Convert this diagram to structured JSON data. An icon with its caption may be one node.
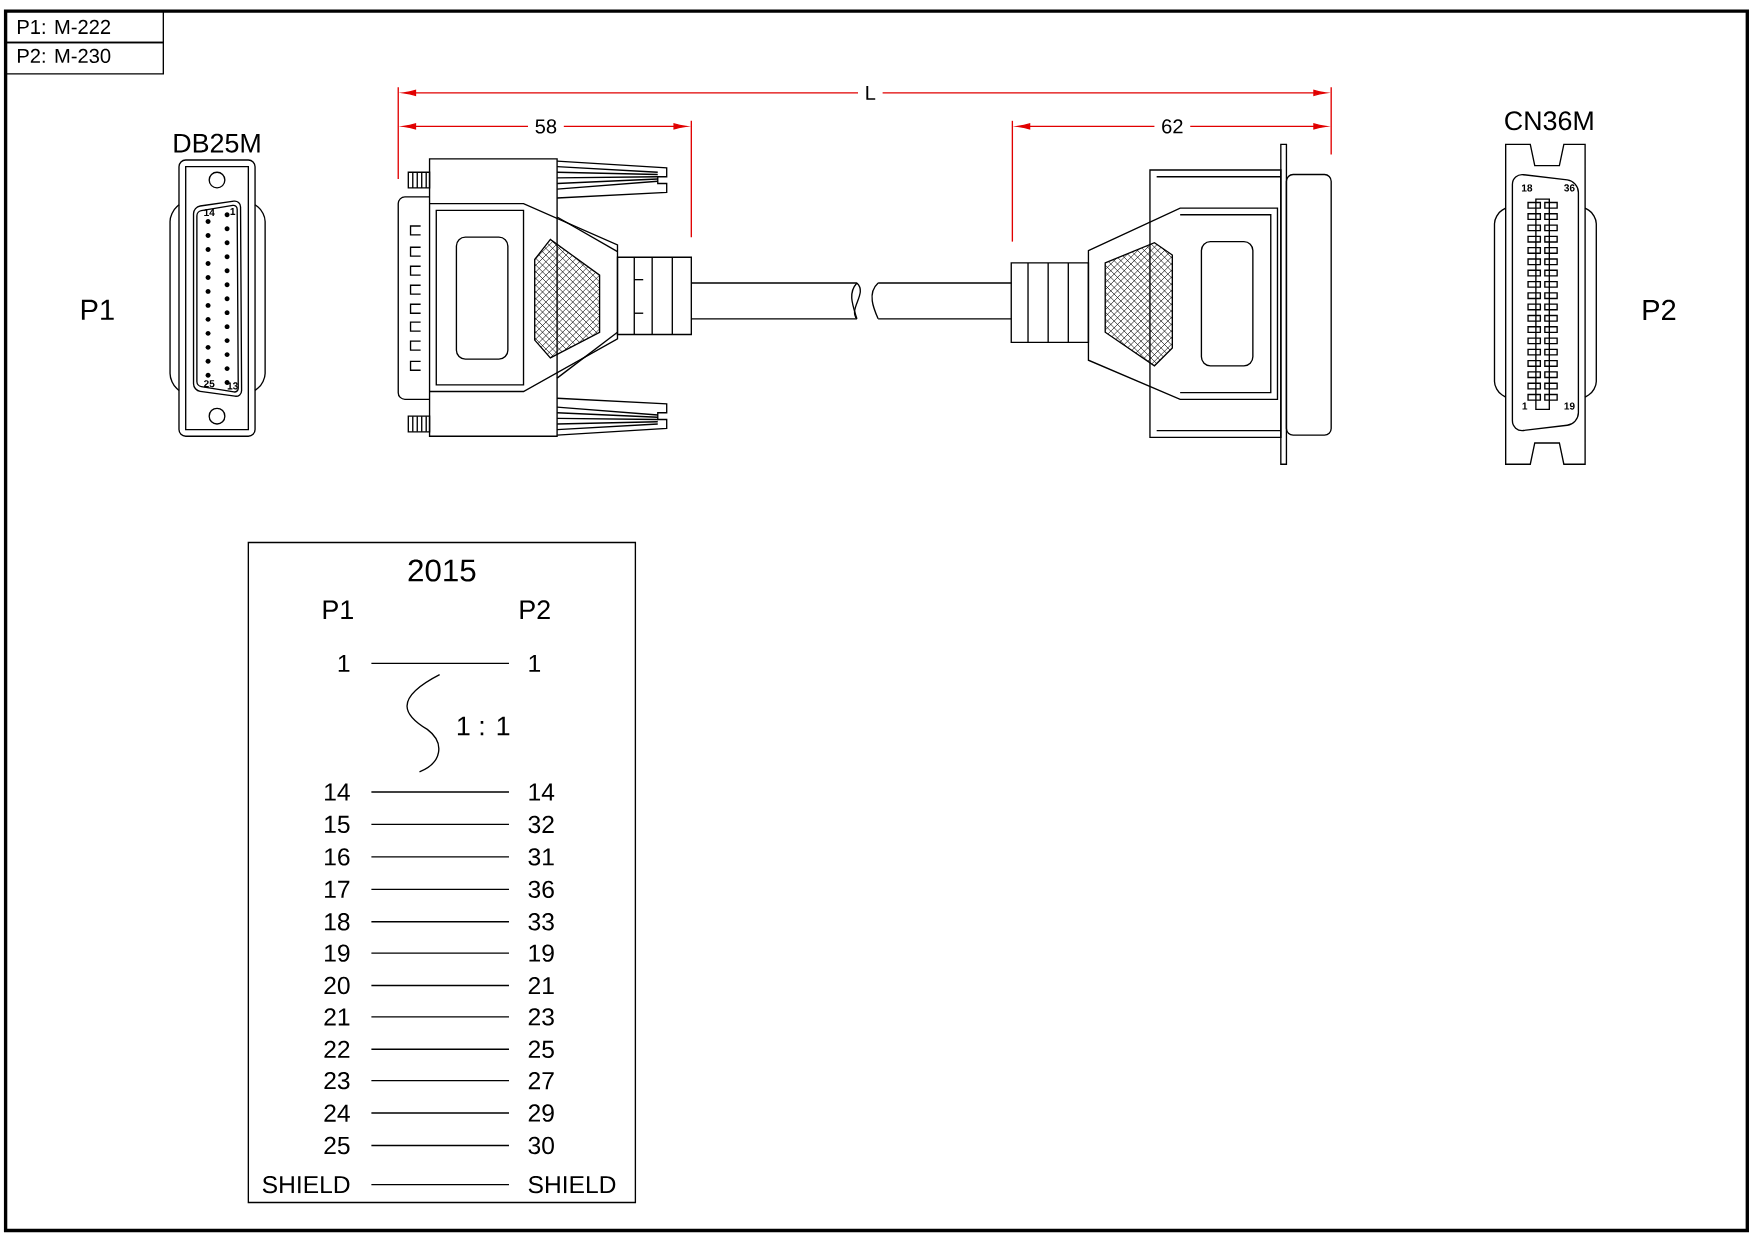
{
  "diagram": {
    "nodes": [
      {
        "text": [
          "2015",
          "P1",
          "P2",
          "1 : 1"
        ]
      },
      {
        "text": [
          "1"
        ],
        "in": 0
      },
      {
        "text": [
          "1"
        ],
        "in": 0
      },
      {
        "text": [
          "14"
        ],
        "in": 0
      },
      {
        "text": [
          "14"
        ],
        "in": 0
      },
      {
        "text": [
          "15"
        ],
        "in": 0
      },
      {
        "text": [
          "32"
        ],
        "in": 0
      },
      {
        "text": [
          "16"
        ],
        "in": 0
      },
      {
        "text": [
          "31"
        ],
        "in": 0
      },
      {
        "text": [
          "17"
        ],
        "in": 0
      },
      {
        "text": [
          "36"
        ],
        "in": 0
      },
      {
        "text": [
          "18"
        ],
        "in": 0
      },
      {
        "text": [
          "33"
        ],
        "in": 0
      },
      {
        "text": [
          "19"
        ],
        "in": 0
      },
      {
        "text": [
          "19"
        ],
        "in": 0
      },
      {
        "text": [
          "20"
        ],
        "in": 0
      },
      {
        "text": [
          "21"
        ],
        "in": 0
      },
      {
        "text": [
          "21"
        ],
        "in": 0
      },
      {
        "text": [
          "23"
        ],
        "in": 0
      },
      {
        "text": [
          "22"
        ],
        "in": 0
      },
      {
        "text": [
          "25"
        ],
        "in": 0
      },
      {
        "text": [
          "23"
        ],
        "in": 0
      },
      {
        "text": [
          "27"
        ],
        "in": 0
      },
      {
        "text": [
          "24"
        ],
        "in": 0
      },
      {
        "text": [
          "29"
        ],
        "in": 0
      },
      {
        "text": [
          "25"
        ],
        "in": 0
      },
      {
        "text": [
          "30"
        ],
        "in": 0
      },
      {
        "text": [
          "SHIELD"
        ],
        "in": 0
      },
      {
        "text": [
          "SHIELD"
        ],
        "in": 0
      }
    ],
    "edges": [
      {
        "from": 1,
        "to": 2,
        "arrow": "none"
      },
      {
        "from": 3,
        "to": 4,
        "arrow": "none"
      },
      {
        "from": 5,
        "to": 6,
        "arrow": "none"
      },
      {
        "from": 7,
        "to": 8,
        "arrow": "none"
      },
      {
        "from": 9,
        "to": 10,
        "arrow": "none"
      },
      {
        "from": 11,
        "to": 12,
        "arrow": "none"
      },
      {
        "from": 13,
        "to": 14,
        "arrow": "none"
      },
      {
        "from": 15,
        "to": 16,
        "arrow": "none"
      },
      {
        "from": 17,
        "to": 18,
        "arrow": "none"
      },
      {
        "from": 19,
        "to": 20,
        "arrow": "none"
      },
      {
        "from": 21,
        "to": 22,
        "arrow": "none"
      },
      {
        "from": 23,
        "to": 24,
        "arrow": "none"
      },
      {
        "from": 25,
        "to": 26,
        "arrow": "none"
      },
      {
        "from": 27,
        "to": 28,
        "arrow": "none"
      }
    ],
    "labels": [
      "P1: M-222",
      "P2: M-230",
      "L",
      "58",
      "62",
      "DB25M",
      "CN36M",
      "P1",
      "P2",
      "14",
      "1",
      "25",
      "13",
      "18",
      "36",
      "1",
      "19"
    ]
  }
}
